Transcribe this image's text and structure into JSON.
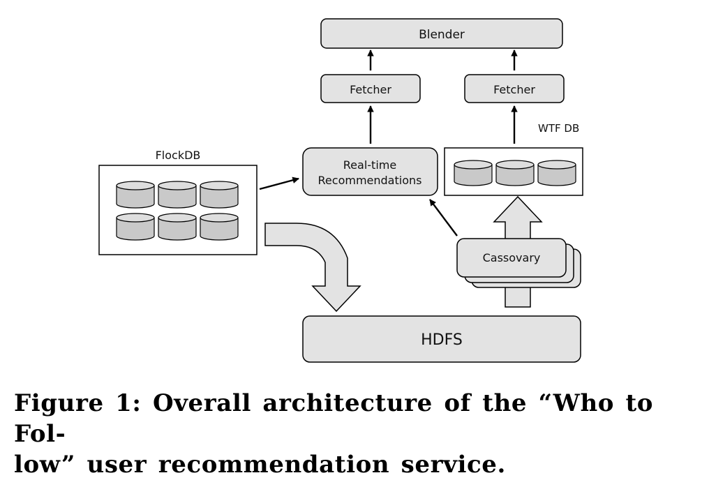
{
  "diagram": {
    "nodes": {
      "blender": "Blender",
      "fetcher_left": "Fetcher",
      "fetcher_right": "Fetcher",
      "realtime_line1": "Real-time",
      "realtime_line2": "Recommendations",
      "flockdb_label": "FlockDB",
      "wtfdb_label": "WTF DB",
      "cassovary": "Cassovary",
      "hdfs": "HDFS"
    },
    "edges": [
      {
        "from": "fetcher_left",
        "to": "blender"
      },
      {
        "from": "fetcher_right",
        "to": "blender"
      },
      {
        "from": "realtime",
        "to": "fetcher_left"
      },
      {
        "from": "wtfdb",
        "to": "fetcher_right"
      },
      {
        "from": "flockdb",
        "to": "realtime"
      },
      {
        "from": "cassovary",
        "to": "realtime"
      },
      {
        "from": "flockdb",
        "to": "hdfs"
      },
      {
        "from": "hdfs",
        "to": "wtfdb",
        "via": "cassovary"
      }
    ]
  },
  "caption": {
    "line1": "Figure 1:  Overall architecture of the “Who to Fol-",
    "line2": "low” user recommendation service."
  }
}
